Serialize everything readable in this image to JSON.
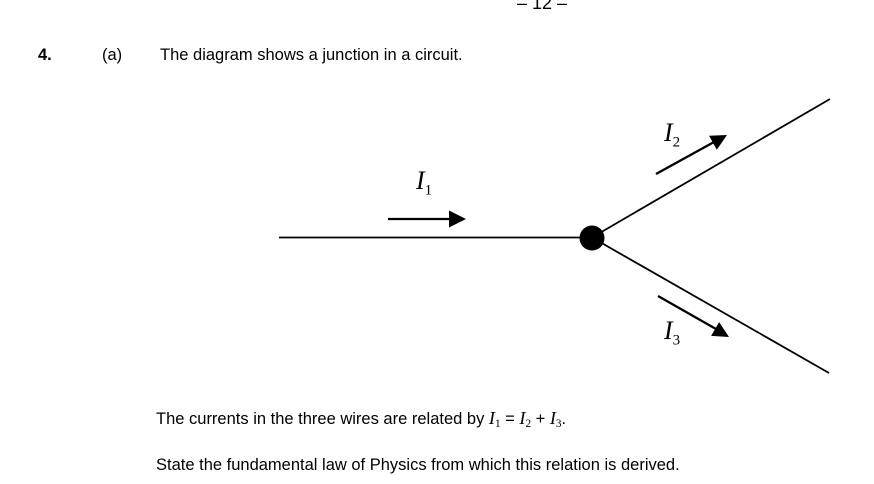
{
  "page_header": {
    "page_number_text": "– 12 –"
  },
  "question": {
    "number": "4.",
    "part": "(a)",
    "intro": "The diagram shows a junction in a circuit."
  },
  "relation": {
    "prefix": "The currents in the three wires are related by ",
    "i1": {
      "base": "I",
      "sub": "1"
    },
    "equals": " = ",
    "i2": {
      "base": "I",
      "sub": "2"
    },
    "plus": " + ",
    "i3": {
      "base": "I",
      "sub": "3"
    },
    "suffix": "."
  },
  "closing": "State the fundamental law of Physics from which this relation is derived.",
  "diagram": {
    "labels": {
      "i1": {
        "base": "I",
        "sub": "1"
      },
      "i2": {
        "base": "I",
        "sub": "2"
      },
      "i3": {
        "base": "I",
        "sub": "3"
      }
    },
    "colors": {
      "ink": "#000000",
      "background": "#ffffff"
    }
  }
}
